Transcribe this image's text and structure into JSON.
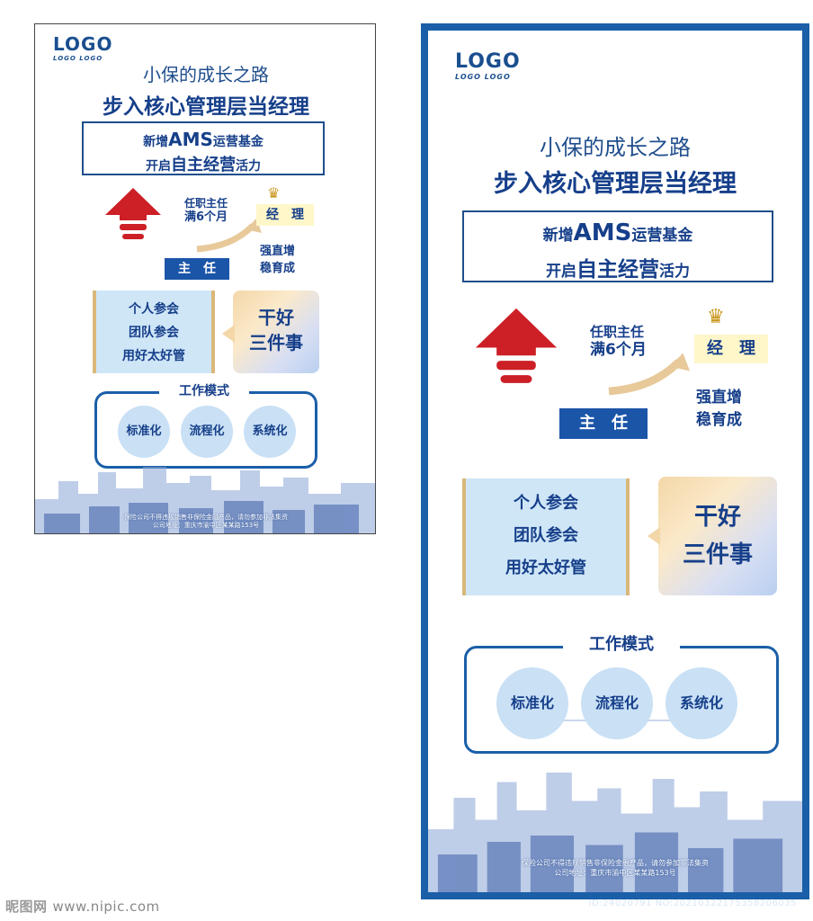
{
  "poster": {
    "logo_main": "LOGO",
    "logo_sub": "LOGO LOGO",
    "title_line1": "小保的成长之路",
    "title_line2": "步入核心管理层当经理",
    "frame_line1_prefix": "新增",
    "frame_line1_em": "AMS",
    "frame_line1_suffix": "运营基金",
    "frame_line2_prefix": "开启",
    "frame_line2_em": "自主经营",
    "frame_line2_suffix": "活力",
    "promotion_line1": "任职主任",
    "promotion_line2": "满6个月",
    "manager_label": "经　理",
    "director_label": "主　任",
    "grow_line1": "强直增",
    "grow_line2": "稳育成",
    "scroll_items": [
      "个人参会",
      "团队参会",
      "用好太好管"
    ],
    "bubble_line1": "干好",
    "bubble_line2": "三件事",
    "mode_title": "工作模式",
    "modes": [
      "标准化",
      "流程化",
      "系统化"
    ],
    "footer_line1": "保险公司不得违规销售非保险金融产品，请勿参加非法集资",
    "footer_line2": "公司地址：重庆市渝中区某某路153号"
  },
  "watermark": {
    "logo_text": "昵图网",
    "url": "www.nipic.com",
    "image_id": "ID:24020791 NO:20210322175358206035"
  },
  "colors": {
    "brand_blue": "#1a5fa8",
    "dark_blue": "#163f8a",
    "arrow_red": "#cc1f26",
    "panel_blue": "#cfe6f7",
    "gold": "#d9b879"
  },
  "icons": [
    "red-up-arrow-icon",
    "crown-icon",
    "curved-arrow-icon",
    "city-skyline-icon"
  ]
}
